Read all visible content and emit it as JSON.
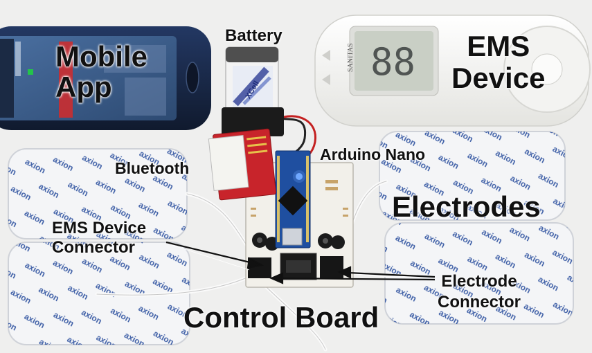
{
  "labels": {
    "mobile_app": [
      "Mobile",
      "App"
    ],
    "battery": "Battery",
    "ems_device": [
      "EMS",
      "Device"
    ],
    "bluetooth": "Bluetooth",
    "arduino_nano": "Arduino Nano",
    "electrodes": "Electrodes",
    "ems_device_connector": [
      "EMS Device",
      "Connector"
    ],
    "electrode_connector": [
      "Electrode",
      "Connector"
    ],
    "control_board": "Control Board"
  },
  "product_text": {
    "electrode_brand": "axion",
    "battery_brand": "XCell",
    "ems_brand": "SANITAS",
    "ems_display": "88"
  },
  "colors": {
    "pad": "#f4f5f7",
    "pad_print": "#2b4f9e",
    "pcb": "#f2f0ea",
    "arduino": "#1f4fa0",
    "bluetooth_module": "#c8242b",
    "phone": "#1c2b47",
    "ems_device": "#f8f8f6",
    "lcd": "#c9cfc5"
  }
}
